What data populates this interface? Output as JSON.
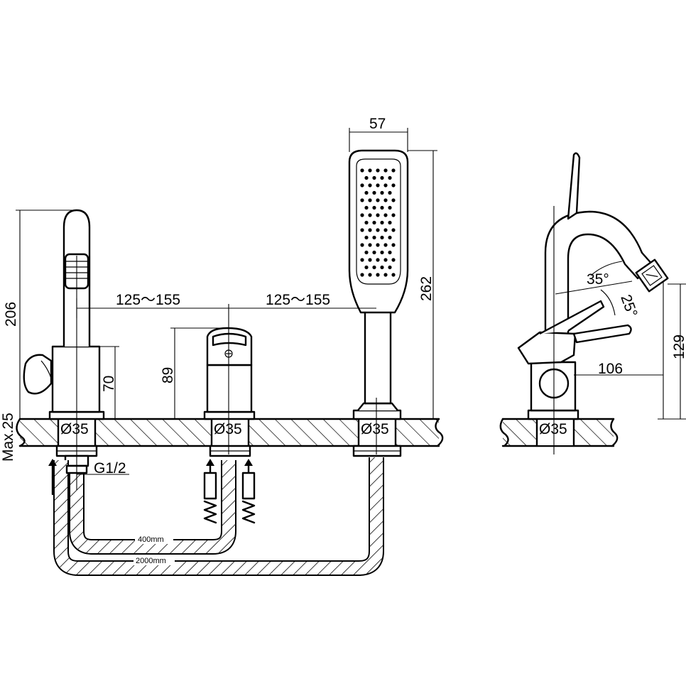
{
  "dimensions": {
    "spout_height": "206",
    "spout_body_height": "70",
    "spacing_left": "125～155",
    "spacing_right": "125～155",
    "mixer_height": "89",
    "handshower_width": "57",
    "handshower_height": "262",
    "max_deck": "Max.25",
    "hole_spout": "Ø35",
    "hole_mixer": "Ø35",
    "hole_handshower": "Ø35",
    "hole_side": "Ø35",
    "thread": "G1/2",
    "hose_short": "400mm",
    "hose_long": "2000mm",
    "angle_spout": "35°",
    "angle_handle": "25°",
    "side_height": "129",
    "side_reach": "106"
  }
}
